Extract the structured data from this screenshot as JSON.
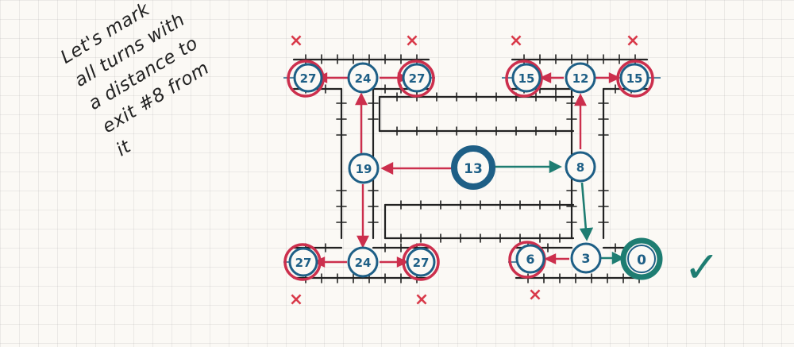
{
  "note": {
    "lines": [
      "Let's mark",
      "all turns with",
      "a distance to",
      "exit #8 from",
      "it"
    ]
  },
  "colors": {
    "ink": "#222222",
    "node": "#1e5f86",
    "red": "#cc2f4d",
    "green": "#1e7d72",
    "cross": "#d93a4a"
  },
  "nodes": {
    "tl_l": "27",
    "tl_m": "24",
    "tl_r": "27",
    "tr_l": "15",
    "tr_m": "12",
    "tr_r": "15",
    "ml": "19",
    "center": "13",
    "mr": "8",
    "bl_l": "27",
    "bl_m": "24",
    "bl_r": "27",
    "br_l": "6",
    "br_m": "3",
    "br_r": "0"
  },
  "marks": {
    "cross": "×",
    "check": "✓"
  }
}
